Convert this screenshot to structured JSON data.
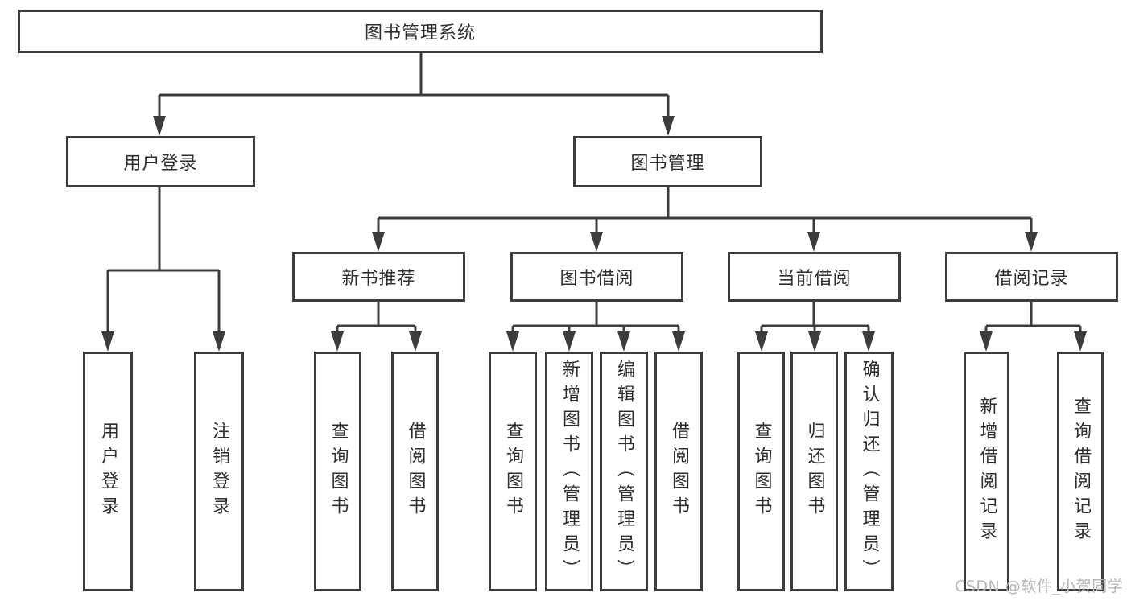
{
  "colors": {
    "line": "#3c3c3c",
    "node_border": "#3c3c3c",
    "node_text": "#2e2e2e",
    "background": "#ffffff",
    "watermark_text_color": "#b5b5b5"
  },
  "diagram": {
    "root": {
      "label": "图书管理系统"
    },
    "branches": [
      {
        "label": "用户登录",
        "children": [
          {
            "label": "用户登录"
          },
          {
            "label": "注销登录"
          }
        ]
      },
      {
        "label": "图书管理",
        "children": [
          {
            "label": "新书推荐",
            "children": [
              {
                "label": "查询图书"
              },
              {
                "label": "借阅图书"
              }
            ]
          },
          {
            "label": "图书借阅",
            "children": [
              {
                "label": "查询图书"
              },
              {
                "label": "新增图书（管理员）"
              },
              {
                "label": "编辑图书（管理员）"
              },
              {
                "label": "借阅图书"
              }
            ]
          },
          {
            "label": "当前借阅",
            "children": [
              {
                "label": "查询图书"
              },
              {
                "label": "归还图书"
              },
              {
                "label": "确认归还（管理员）"
              }
            ]
          },
          {
            "label": "借阅记录",
            "children": [
              {
                "label": "新增借阅记录"
              },
              {
                "label": "查询借阅记录"
              }
            ]
          }
        ]
      }
    ]
  },
  "watermark": {
    "text": "CSDN @软件_小贺同学"
  }
}
